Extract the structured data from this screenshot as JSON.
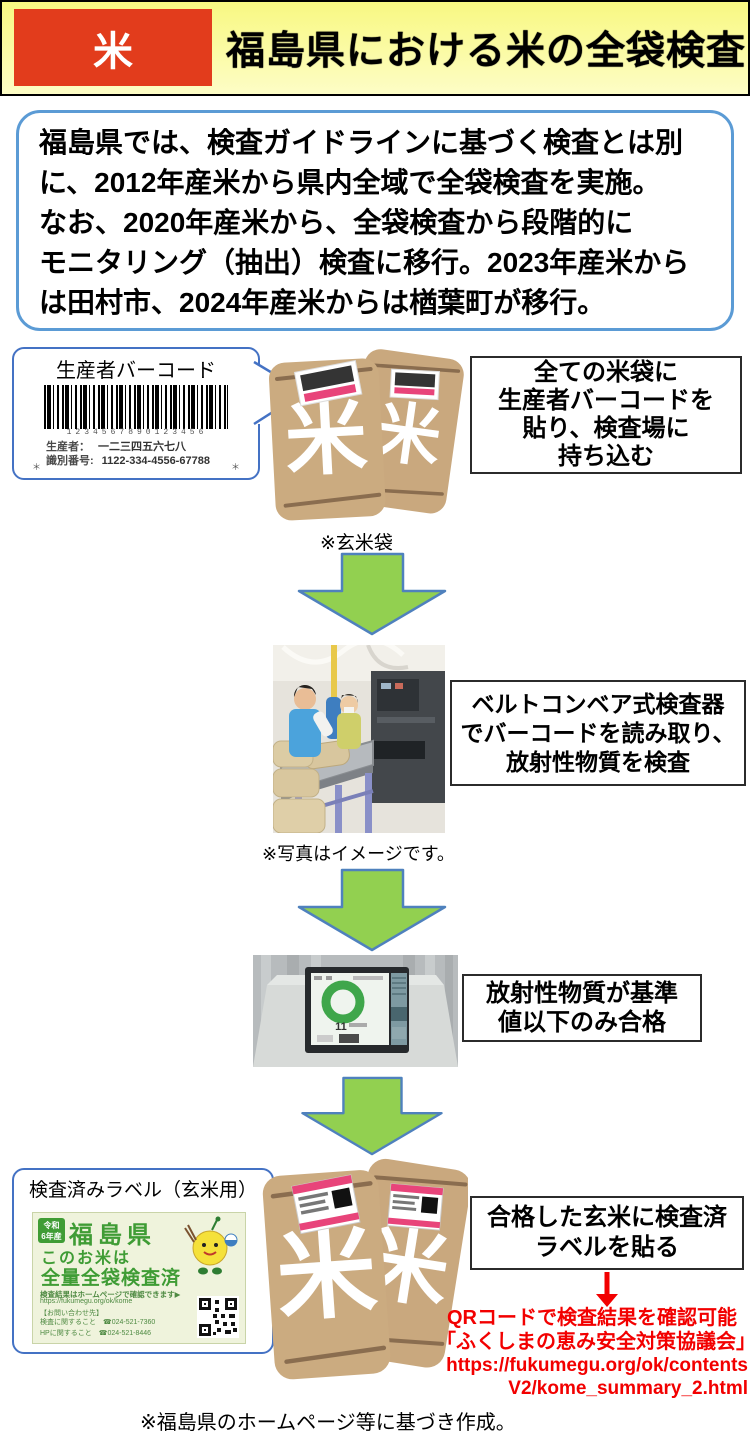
{
  "header": {
    "badge": "米",
    "title": "福島県における米の全袋検査"
  },
  "intro_lines": [
    "福島県では、検査ガイドラインに基づく検査とは別",
    "に、2012年産米から県内全域で全袋検査を実施。",
    "なお、2020年産米から、全袋検査から段階的に",
    "モニタリング（抽出）検査に移行。2023年産米から",
    "は田村市、2024年産米からは楢葉町が移行。"
  ],
  "step1": {
    "callout_label": "生産者バーコード",
    "barcode": {
      "digits": "1234567890123456",
      "producer_label": "生産者：",
      "producer_name": "一二三四五六七八",
      "id_label": "識別番号:",
      "id_number": "1122-334-4556-67788",
      "star": "＊"
    },
    "bag_char": "米",
    "box_lines": [
      "全ての米袋に",
      "生産者バーコードを",
      "貼り、検査場に",
      "持ち込む"
    ],
    "caption": "※玄米袋"
  },
  "step2": {
    "box_lines": [
      "ベルトコンベア式検査器",
      "でバーコードを読み取り、",
      "放射性物質を検査"
    ],
    "caption": "※写真はイメージです。"
  },
  "step3": {
    "box_lines": [
      "放射性物質が基準",
      "値以下のみ合格"
    ]
  },
  "step4": {
    "callout_label": "検査済みラベル（玄米用）",
    "label": {
      "year_line1": "令和",
      "year_line2": "6年産",
      "pref": "福島県",
      "line1": "このお米は",
      "line2": "全量全袋検査済",
      "note": "検査結果はホームページで確認できます▶",
      "url": "https://fukumegu.org/ok/kome",
      "contact_header": "【お問い合わせ先】",
      "contact1": "検査に関すること　☎024-521-7360",
      "contact2": "HPに関すること　☎024-521-8446"
    },
    "box_lines": [
      "合格した玄米に検査済",
      "ラベルを貼る"
    ],
    "qr_note_lines": [
      "QRコードで検査結果を確認可能",
      "「ふくしまの恵み安全対策協議会」",
      "https://fukumegu.org/ok/contents",
      "V2/kome_summary_2.html"
    ]
  },
  "footer": "※福島県のホームページ等に基づき作成。",
  "colors": {
    "header_yellow": "#FBFB9E",
    "badge_red": "#E23C1C",
    "intro_border_blue": "#5B9BD5",
    "callout_blue": "#4472C4",
    "arrow_green": "#92D050",
    "note_red": "#F20000",
    "label_green": "#3F9C35"
  }
}
